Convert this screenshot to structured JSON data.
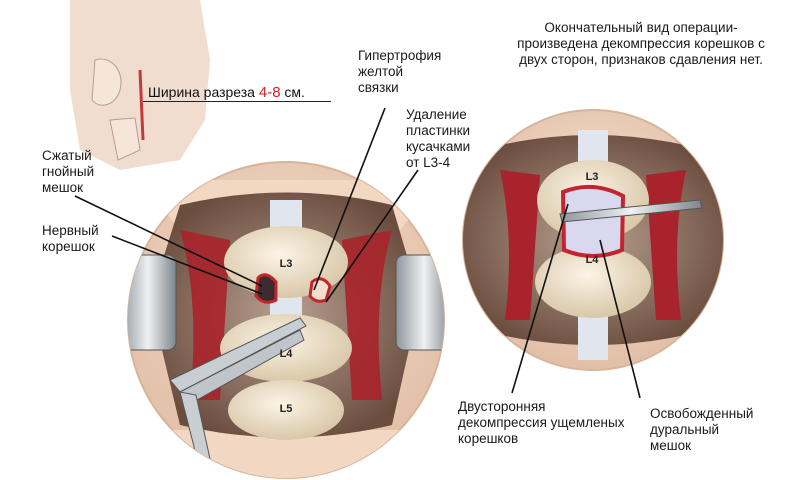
{
  "final_note": "Окончательный вид операции-\nпроизведена декомпрессия корешков с\nдвух сторон, признаков сдавления нет.",
  "incision": {
    "prefix": "Ширина разреза ",
    "value": "4-8",
    "suffix": " см."
  },
  "labels": {
    "hypertrophy": "Гипертрофия\nжелтой\nсвязки",
    "removal": "Удаление\nпластинки\nкусачками\nот L3-4",
    "compressed_sac": "Сжатый\nгнойный\nмешок",
    "nerve_root": "Нервный\nкорешок",
    "bilateral": "Двусторонняя\nдекомпрессия ущемленых\nкорешков",
    "released_sac": "Освобожденный\nдуральный\nмешок"
  },
  "vertebrae_left": [
    "L3",
    "L4",
    "L5"
  ],
  "vertebrae_right": [
    "L3",
    "L4"
  ],
  "colors": {
    "accent": "#d01f1f",
    "tissue": "#e7cbb0",
    "muscle": "#b0272c",
    "bone": "#efe4cf"
  }
}
